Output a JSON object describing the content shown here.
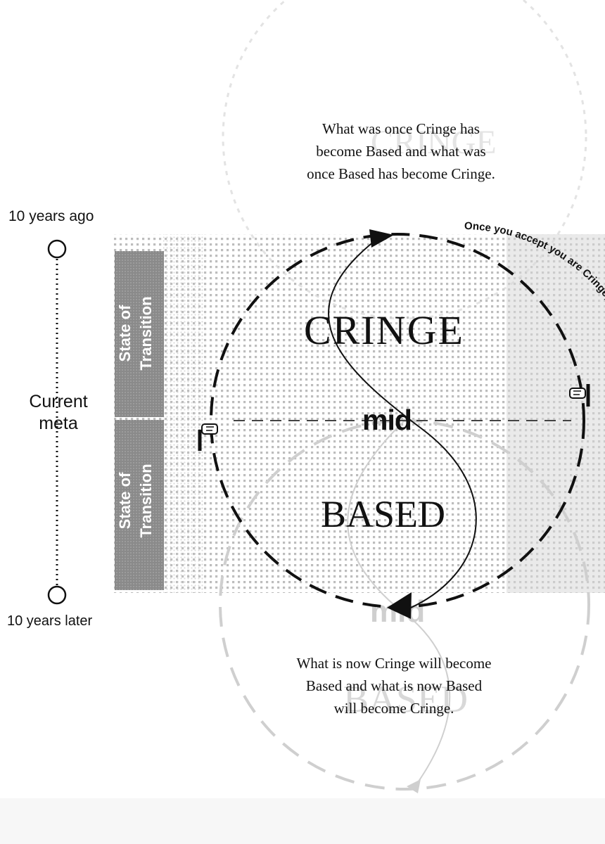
{
  "captions": {
    "top": [
      "What was once Cringe has",
      "become Based and what was",
      "once Based has become Cringe."
    ],
    "bottom": [
      "What is now Cringe will become",
      "Based and what is now Based",
      "will become Cringe."
    ]
  },
  "timeline": {
    "top_label": "10 years ago",
    "middle_label": [
      "Current",
      "meta"
    ],
    "bottom_label": "10 years later"
  },
  "transition_bands": {
    "upper": [
      "State of",
      "Transition"
    ],
    "lower": [
      "State of",
      "Transition"
    ]
  },
  "cycle": {
    "upper_word": "CRINGE",
    "lower_word": "BASED",
    "center_word": "mid",
    "arc_text": "Once you accept you are Cringe, you are free to become your Based self."
  },
  "faded_background": {
    "upper_word": "CRINGE",
    "lower_word": "BASED",
    "center_word": "mid"
  },
  "colors": {
    "ink": "#111111",
    "band": "#858585",
    "halftone": "#bdbdbd",
    "ghost": "#d0d0d0"
  },
  "icons": [
    "pointing-hand-left-icon",
    "pointing-hand-right-icon"
  ]
}
